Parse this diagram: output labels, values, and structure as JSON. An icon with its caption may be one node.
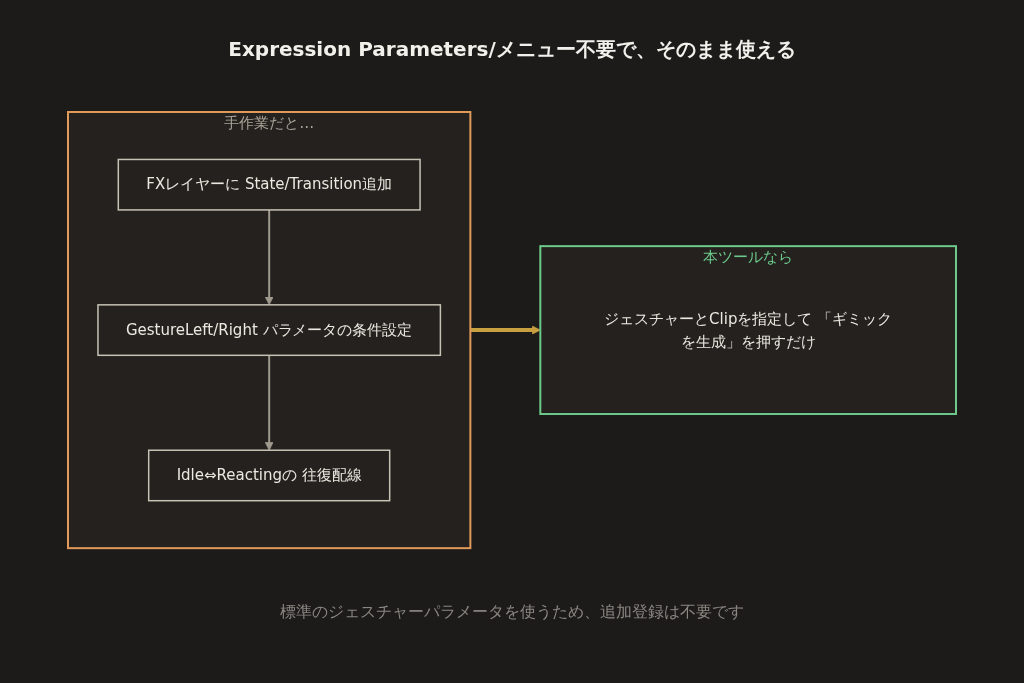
{
  "diagram": {
    "title": "Expression Parameters/メニュー不要で、そのまま使える",
    "caption": "標準のジェスチャーパラメータを使うため、追加登録は不要です",
    "nodes": [
      {
        "text": [
          "手作業だと…"
        ]
      },
      {
        "text": [
          "FXレイヤーに State/Transition追加"
        ],
        "in": 0
      },
      {
        "text": [
          "GestureLeft/Right パラメータの条件設定"
        ],
        "in": 0
      },
      {
        "text": [
          "Idle⇔Reactingの 往復配線"
        ],
        "in": 0
      },
      {
        "text": [
          "本ツールなら"
        ]
      },
      {
        "text": [
          "ジェスチャーとClipを指定して 「ギミックを生成」を押すだけ"
        ],
        "in": 4
      }
    ],
    "edges": [
      {
        "from": 1,
        "to": 2,
        "arrow": "to"
      },
      {
        "from": 2,
        "to": 3,
        "arrow": "to"
      },
      {
        "from": 0,
        "to": 4,
        "arrow": "to",
        "style": "thick",
        "color": "#c9a040"
      }
    ]
  }
}
